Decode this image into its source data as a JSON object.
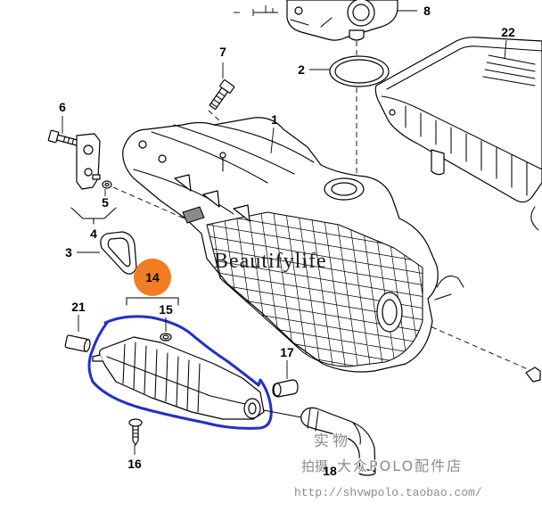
{
  "part_numbers": {
    "p1": "1",
    "p2": "2",
    "p3": "3",
    "p4": "4",
    "p5": "5",
    "p6": "6",
    "p7": "7",
    "p8": "8",
    "p14": "14",
    "p15": "15",
    "p16": "16",
    "p17": "17",
    "p18": "18",
    "p21": "21",
    "p22": "22"
  },
  "watermark": {
    "brand": "Beautifylife",
    "line1": "实物",
    "line2": "拍摄",
    "shop": "大众POLO配件店",
    "url": "http://shvwpolo.taobao.com/"
  },
  "colors": {
    "background": "#ffffff",
    "line": "#000000",
    "highlight": "#f27c21",
    "annotation": "#2130c9",
    "watermark": "#8c8c8c"
  }
}
